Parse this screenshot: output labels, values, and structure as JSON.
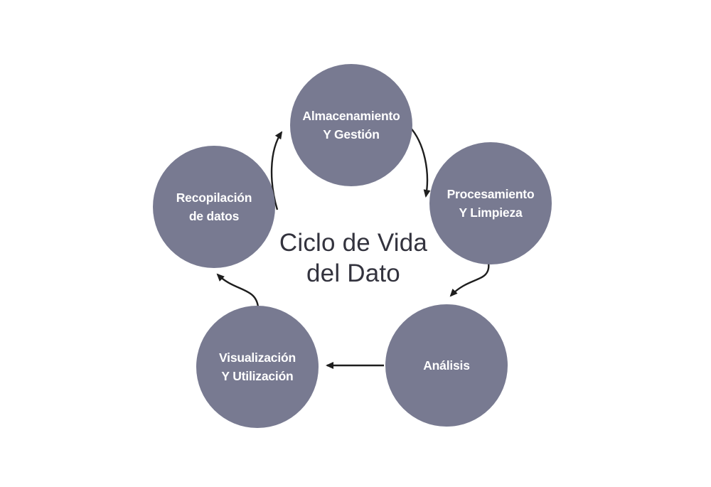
{
  "title": {
    "line1": "Ciclo de Vida",
    "line2": "del Dato"
  },
  "nodes": [
    {
      "id": "almacenamiento-y-gestion",
      "line1": "Almacenamiento",
      "line2": "Y Gestión"
    },
    {
      "id": "procesamiento-y-limpieza",
      "line1": "Procesamiento",
      "line2": "Y Limpieza"
    },
    {
      "id": "analisis",
      "line1": "Análisis",
      "line2": ""
    },
    {
      "id": "visualizacion-y-utilizacion",
      "line1": "Visualización",
      "line2": "Y Utilización"
    },
    {
      "id": "recopilacion-de-datos",
      "line1": "Recopilación",
      "line2": "de datos"
    }
  ],
  "flow": [
    {
      "from": "Recopilación de datos",
      "to": "Almacenamiento Y Gestión"
    },
    {
      "from": "Almacenamiento Y Gestión",
      "to": "Procesamiento Y Limpieza"
    },
    {
      "from": "Procesamiento Y Limpieza",
      "to": "Análisis"
    },
    {
      "from": "Análisis",
      "to": "Visualización Y Utilización"
    },
    {
      "from": "Visualización Y Utilización",
      "to": "Recopilación de datos"
    }
  ],
  "colors": {
    "node_fill": "#787a91",
    "node_text": "#ffffff",
    "title_text": "#33333e",
    "arrow": "#1e1e1e",
    "background": "#ffffff"
  }
}
